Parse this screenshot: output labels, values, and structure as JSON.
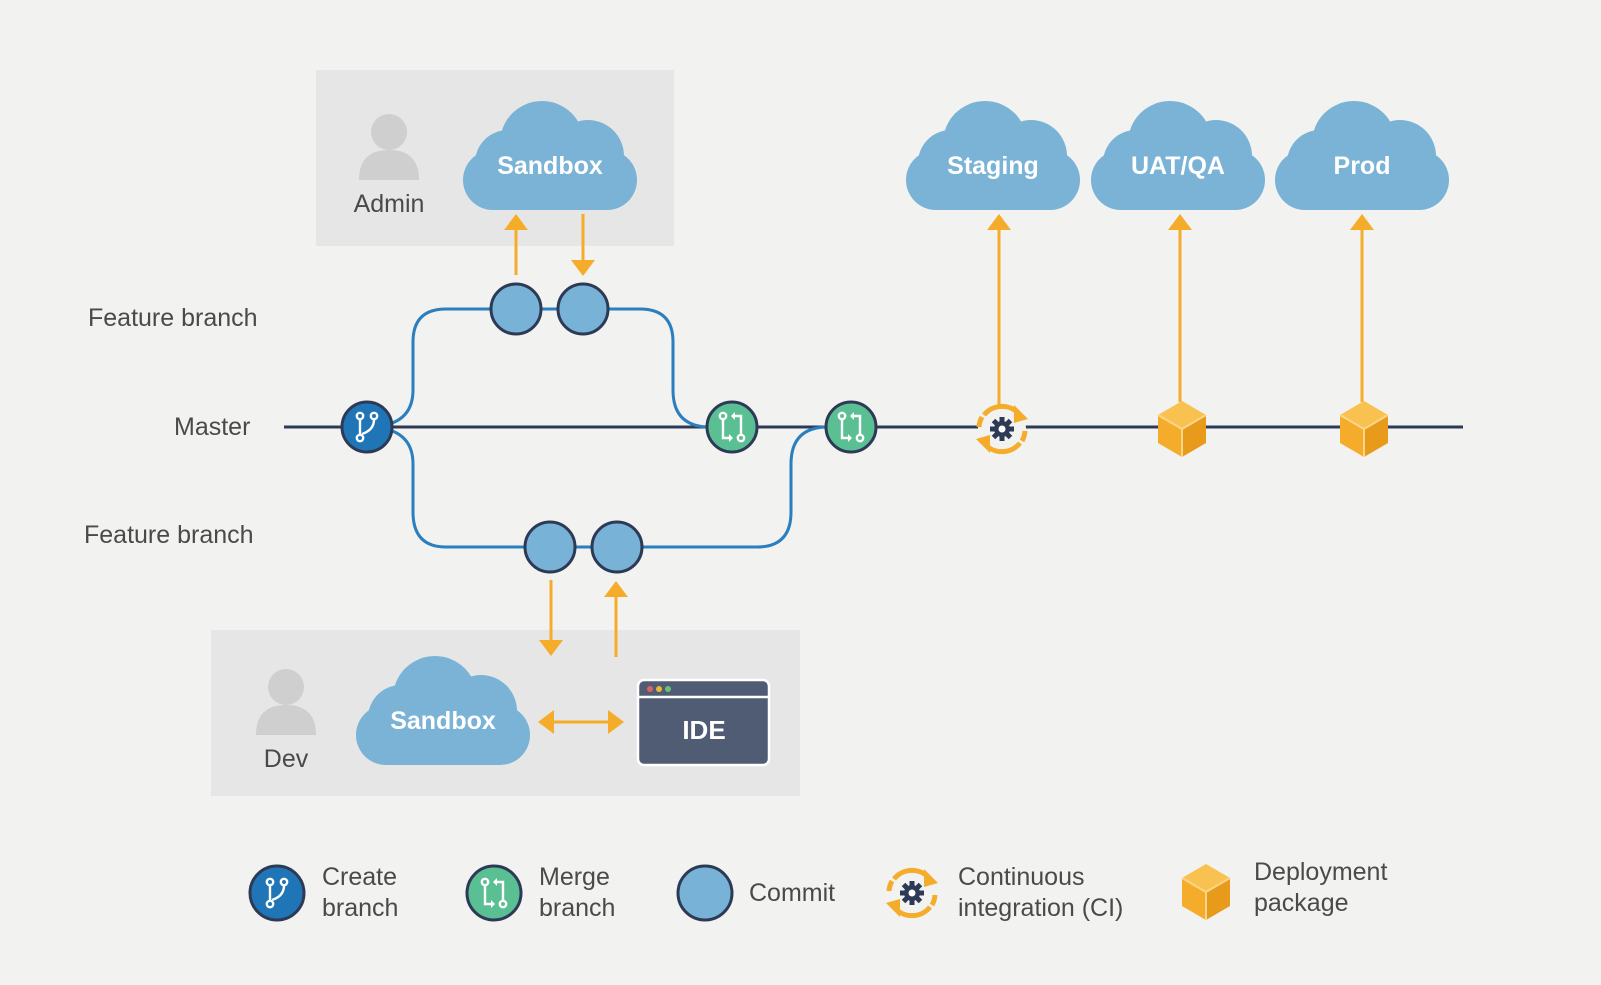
{
  "rows": {
    "feature_top": "Feature branch",
    "master": "Master",
    "feature_bottom": "Feature branch"
  },
  "admin_panel": {
    "user_label": "Admin",
    "cloud_label": "Sandbox"
  },
  "dev_panel": {
    "user_label": "Dev",
    "cloud_label": "Sandbox",
    "ide_label": "IDE"
  },
  "environments": {
    "staging": "Staging",
    "uat": "UAT/QA",
    "prod": "Prod"
  },
  "legend": {
    "create_branch": [
      "Create",
      "branch"
    ],
    "merge_branch": [
      "Merge",
      "branch"
    ],
    "commit": "Commit",
    "ci": [
      "Continuous",
      "integration (CI)"
    ],
    "deployment": [
      "Deployment",
      "package"
    ]
  },
  "colors": {
    "background": "#f2f2f0",
    "panel": "#e6e6e6",
    "cloud": "#7ab3d6",
    "branch_line": "#2b7fbf",
    "master_line": "#2d3a56",
    "commit_fill": "#79b2d7",
    "create_fill": "#1f75b5",
    "merge_fill": "#5bbf94",
    "accent": "#f5ac2a",
    "ide": "#505c73",
    "person": "#cfcfcf"
  }
}
